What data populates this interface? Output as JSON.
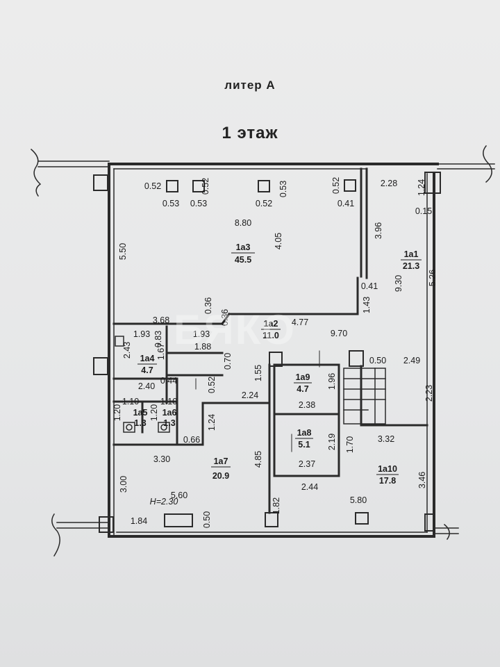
{
  "header": {
    "liter": "литер А",
    "floor": "1 этаж"
  },
  "watermark": "БЯКО",
  "colors": {
    "paper": "#e9eaea",
    "ink": "#1c1c1c",
    "wall": "#2a2a2a"
  },
  "rooms": [
    {
      "id": "1а1",
      "area": "21.3"
    },
    {
      "id": "1а2",
      "area": "11.0"
    },
    {
      "id": "1а3",
      "area": "45.5"
    },
    {
      "id": "1а4",
      "area": "4.7"
    },
    {
      "id": "1а5",
      "area": "1.3"
    },
    {
      "id": "1а6",
      "area": "1.3"
    },
    {
      "id": "1а7",
      "area": "20.9"
    },
    {
      "id": "1а8",
      "area": "5.1"
    },
    {
      "id": "1а9",
      "area": "4.7"
    },
    {
      "id": "1а10",
      "area": "17.8"
    }
  ],
  "ceiling_height": "Н=2.30",
  "dimensions": {
    "d052a": "0.52",
    "d053a": "0.53",
    "d053b": "0.53",
    "d052b": "0.52",
    "d052c": "0.52",
    "d053c": "0.53",
    "d052d": "0.52",
    "d052e": "0.52",
    "d041a": "0.41",
    "d228": "2.28",
    "d124a": "1.24",
    "d015": "0.15",
    "d880": "8.80",
    "d405": "4.05",
    "d550": "5.50",
    "d396": "3.96",
    "d930": "9.30",
    "d526": "5.26",
    "d041b": "0.41",
    "d143": "1.43",
    "d368": "3.68",
    "d036a": "0.36",
    "d036b": "0.36",
    "d477": "4.77",
    "d193a": "1.93",
    "d193b": "1.93",
    "d083": "0.83",
    "d188": "1.88",
    "d243": "2.43",
    "d167": "1.67",
    "d970": "9.70",
    "d050": "0.50",
    "d249": "2.49",
    "d070": "0.70",
    "d155": "1.55",
    "d196": "1.96",
    "d240": "2.40",
    "d044": "0.44",
    "d224": "2.24",
    "d238": "2.38",
    "d223": "2.23",
    "d110a": "1.10",
    "d110b": "1.10",
    "d120a": "1.20",
    "d120b": "1.20",
    "d066": "0.66",
    "d124b": "1.24",
    "d219": "2.19",
    "d170": "1.70",
    "d332": "3.32",
    "d330": "3.30",
    "d485": "4.85",
    "d237": "2.37",
    "d300": "3.00",
    "d244": "2.44",
    "d346": "3.46",
    "d560": "5.60",
    "d580": "5.80",
    "d182": "1.82",
    "d184": "1.84",
    "d050b": "0.50"
  }
}
